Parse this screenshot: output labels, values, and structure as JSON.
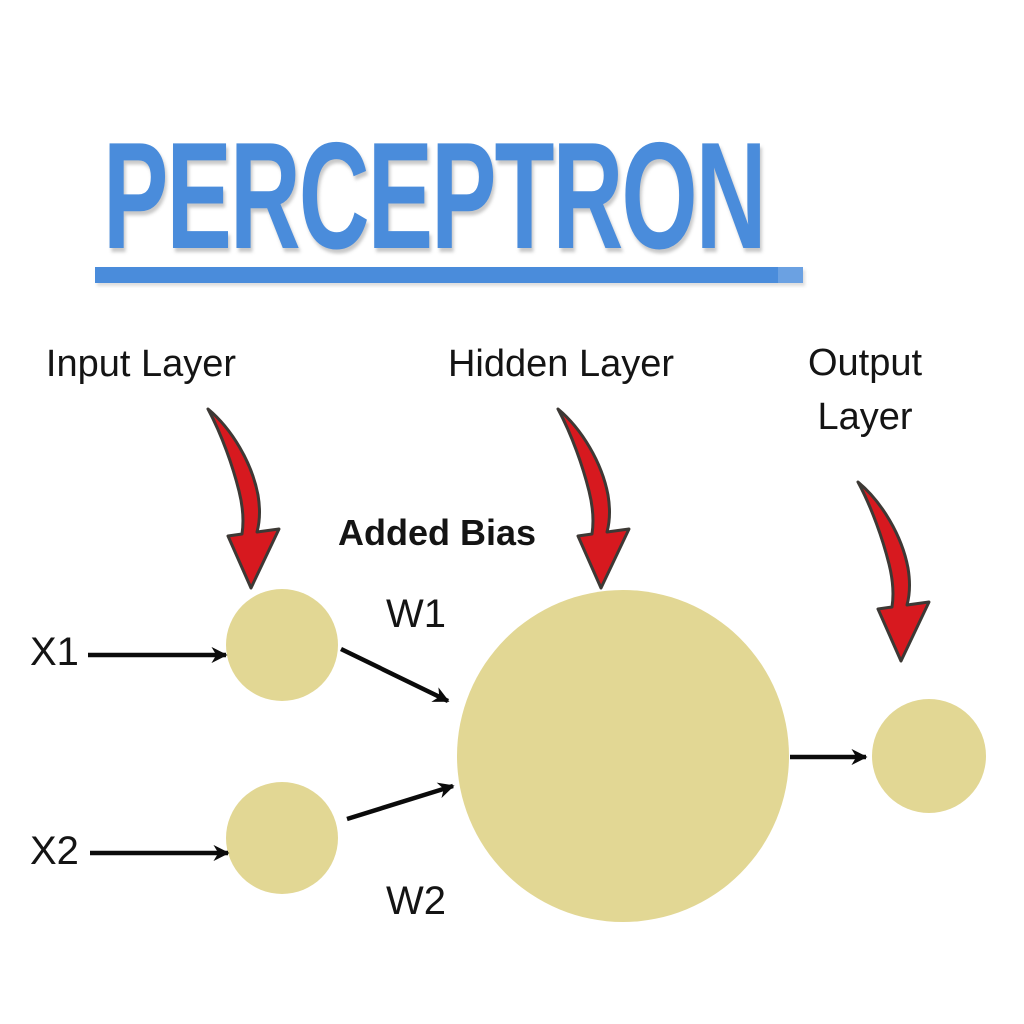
{
  "title": {
    "text": "PERCEPTRON"
  },
  "labels": {
    "input_layer": "Input Layer",
    "hidden_layer": "Hidden Layer",
    "output_layer_line1": "Output",
    "output_layer_line2": "Layer",
    "added_bias": "Added Bias",
    "x1": "X1",
    "x2": "X2",
    "w1": "W1",
    "w2": "W2"
  },
  "colors": {
    "title_blue": "#4a8cdb",
    "node_fill": "#e2d794",
    "arrow_red_fill": "#d7191f",
    "arrow_red_outline": "#3d3935",
    "edge_black": "#0b0b0b",
    "text_black": "#141414",
    "background": "#ffffff"
  },
  "diagram": {
    "type": "neural-network-perceptron",
    "nodes": [
      {
        "id": "input-1",
        "layer": "Input Layer",
        "input_label": "X1",
        "outgoing_weight": "W1"
      },
      {
        "id": "input-2",
        "layer": "Input Layer",
        "input_label": "X2",
        "outgoing_weight": "W2"
      },
      {
        "id": "hidden-1",
        "layer": "Hidden Layer",
        "annotation": "Added Bias"
      },
      {
        "id": "output-1",
        "layer": "Output Layer"
      }
    ],
    "edges": [
      {
        "from": "X1",
        "to": "input-1"
      },
      {
        "from": "X2",
        "to": "input-2"
      },
      {
        "from": "input-1",
        "to": "hidden-1",
        "weight": "W1"
      },
      {
        "from": "input-2",
        "to": "hidden-1",
        "weight": "W2"
      },
      {
        "from": "hidden-1",
        "to": "output-1"
      }
    ],
    "pointer_arrows": [
      {
        "from_label": "Input Layer",
        "to": "input-1"
      },
      {
        "from_label": "Hidden Layer",
        "to": "hidden-1"
      },
      {
        "from_label": "Output Layer",
        "to": "output-1"
      }
    ]
  }
}
